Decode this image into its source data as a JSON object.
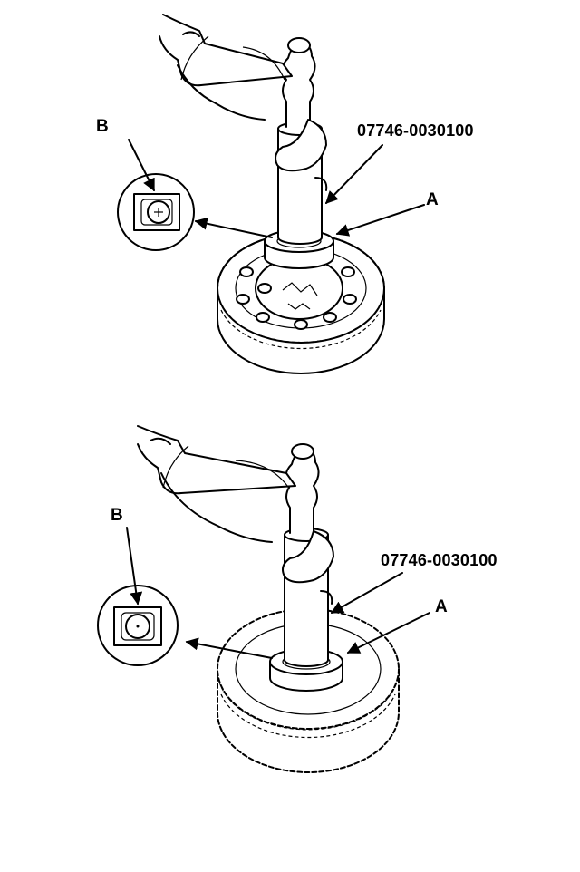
{
  "figures": [
    {
      "id": "top",
      "label_b": "B",
      "label_tool": "07746-0030100",
      "label_a": "A"
    },
    {
      "id": "bottom",
      "label_b": "B",
      "label_tool": "07746-0030100",
      "label_a": "A"
    }
  ]
}
